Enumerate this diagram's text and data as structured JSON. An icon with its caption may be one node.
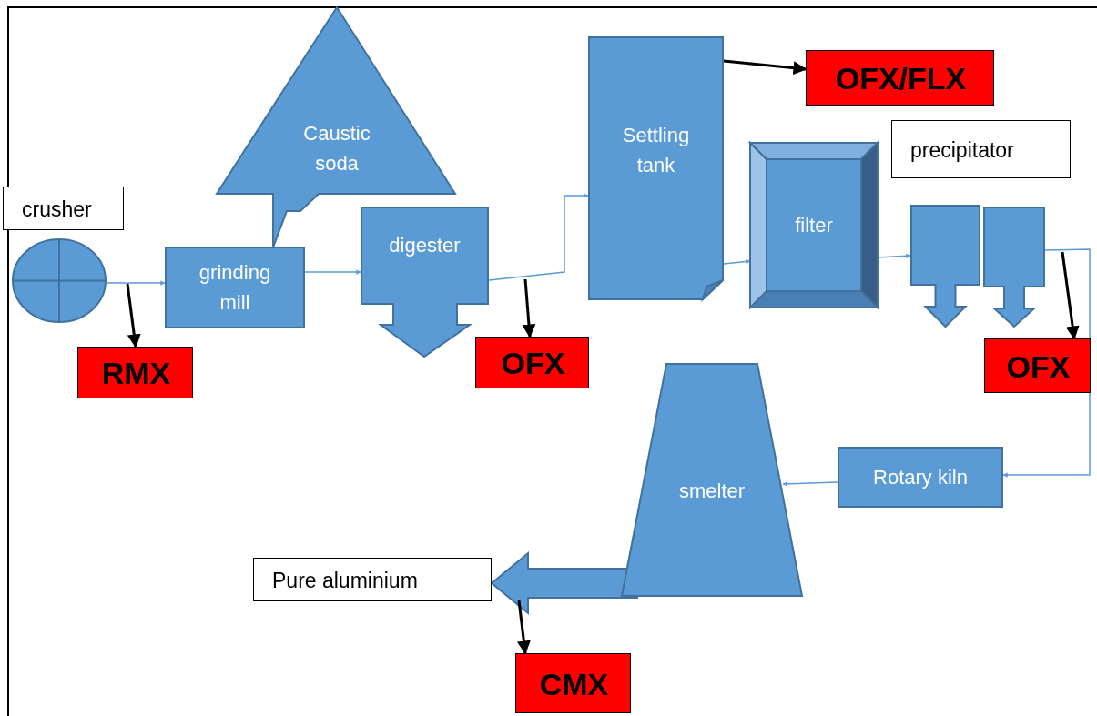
{
  "diagram": {
    "nodes": [
      {
        "text": [
          "crusher"
        ]
      },
      {
        "text": [],
        "shape": "circle"
      },
      {
        "text": [
          "RMX"
        ]
      },
      {
        "text": [
          "Caustic soda"
        ]
      },
      {
        "text": [
          "grinding mill"
        ]
      },
      {
        "text": [
          "digester"
        ]
      },
      {
        "text": [
          "OFX"
        ]
      },
      {
        "text": [
          "Settling tank"
        ]
      },
      {
        "text": [
          "OFX/FLX"
        ]
      },
      {
        "text": [
          "filter"
        ]
      },
      {
        "text": [
          "precipitator"
        ]
      },
      {
        "text": [],
        "shape": "box"
      },
      {
        "text": [],
        "shape": "box"
      },
      {
        "text": [
          "OFX"
        ]
      },
      {
        "text": [
          "Rotary kiln"
        ]
      },
      {
        "text": [
          "smelter"
        ]
      },
      {
        "text": [
          "Pure aluminium"
        ]
      },
      {
        "text": [
          "CMX"
        ]
      }
    ],
    "edges": [
      {
        "from": 1,
        "to": 4,
        "arrow": "to"
      },
      {
        "from": 4,
        "to": 5,
        "arrow": "to"
      },
      {
        "from": 5,
        "to": 7,
        "arrow": "to"
      },
      {
        "from": 7,
        "to": 9,
        "arrow": "to"
      },
      {
        "from": 9,
        "to": 11,
        "arrow": "to"
      },
      {
        "from": 12,
        "to": 14,
        "arrow": "to"
      },
      {
        "from": 14,
        "to": 15,
        "arrow": "to"
      },
      {
        "from": 15,
        "to": 16,
        "arrow": "to",
        "style": "thick"
      },
      {
        "from": null,
        "to": 2,
        "arrow": "to",
        "color": "#000000"
      },
      {
        "from": null,
        "to": 6,
        "arrow": "to",
        "color": "#000000"
      },
      {
        "from": 7,
        "to": 8,
        "arrow": "to",
        "color": "#000000"
      },
      {
        "from": null,
        "to": 13,
        "arrow": "to",
        "color": "#000000"
      },
      {
        "from": null,
        "to": 17,
        "arrow": "to",
        "color": "#000000"
      }
    ]
  }
}
